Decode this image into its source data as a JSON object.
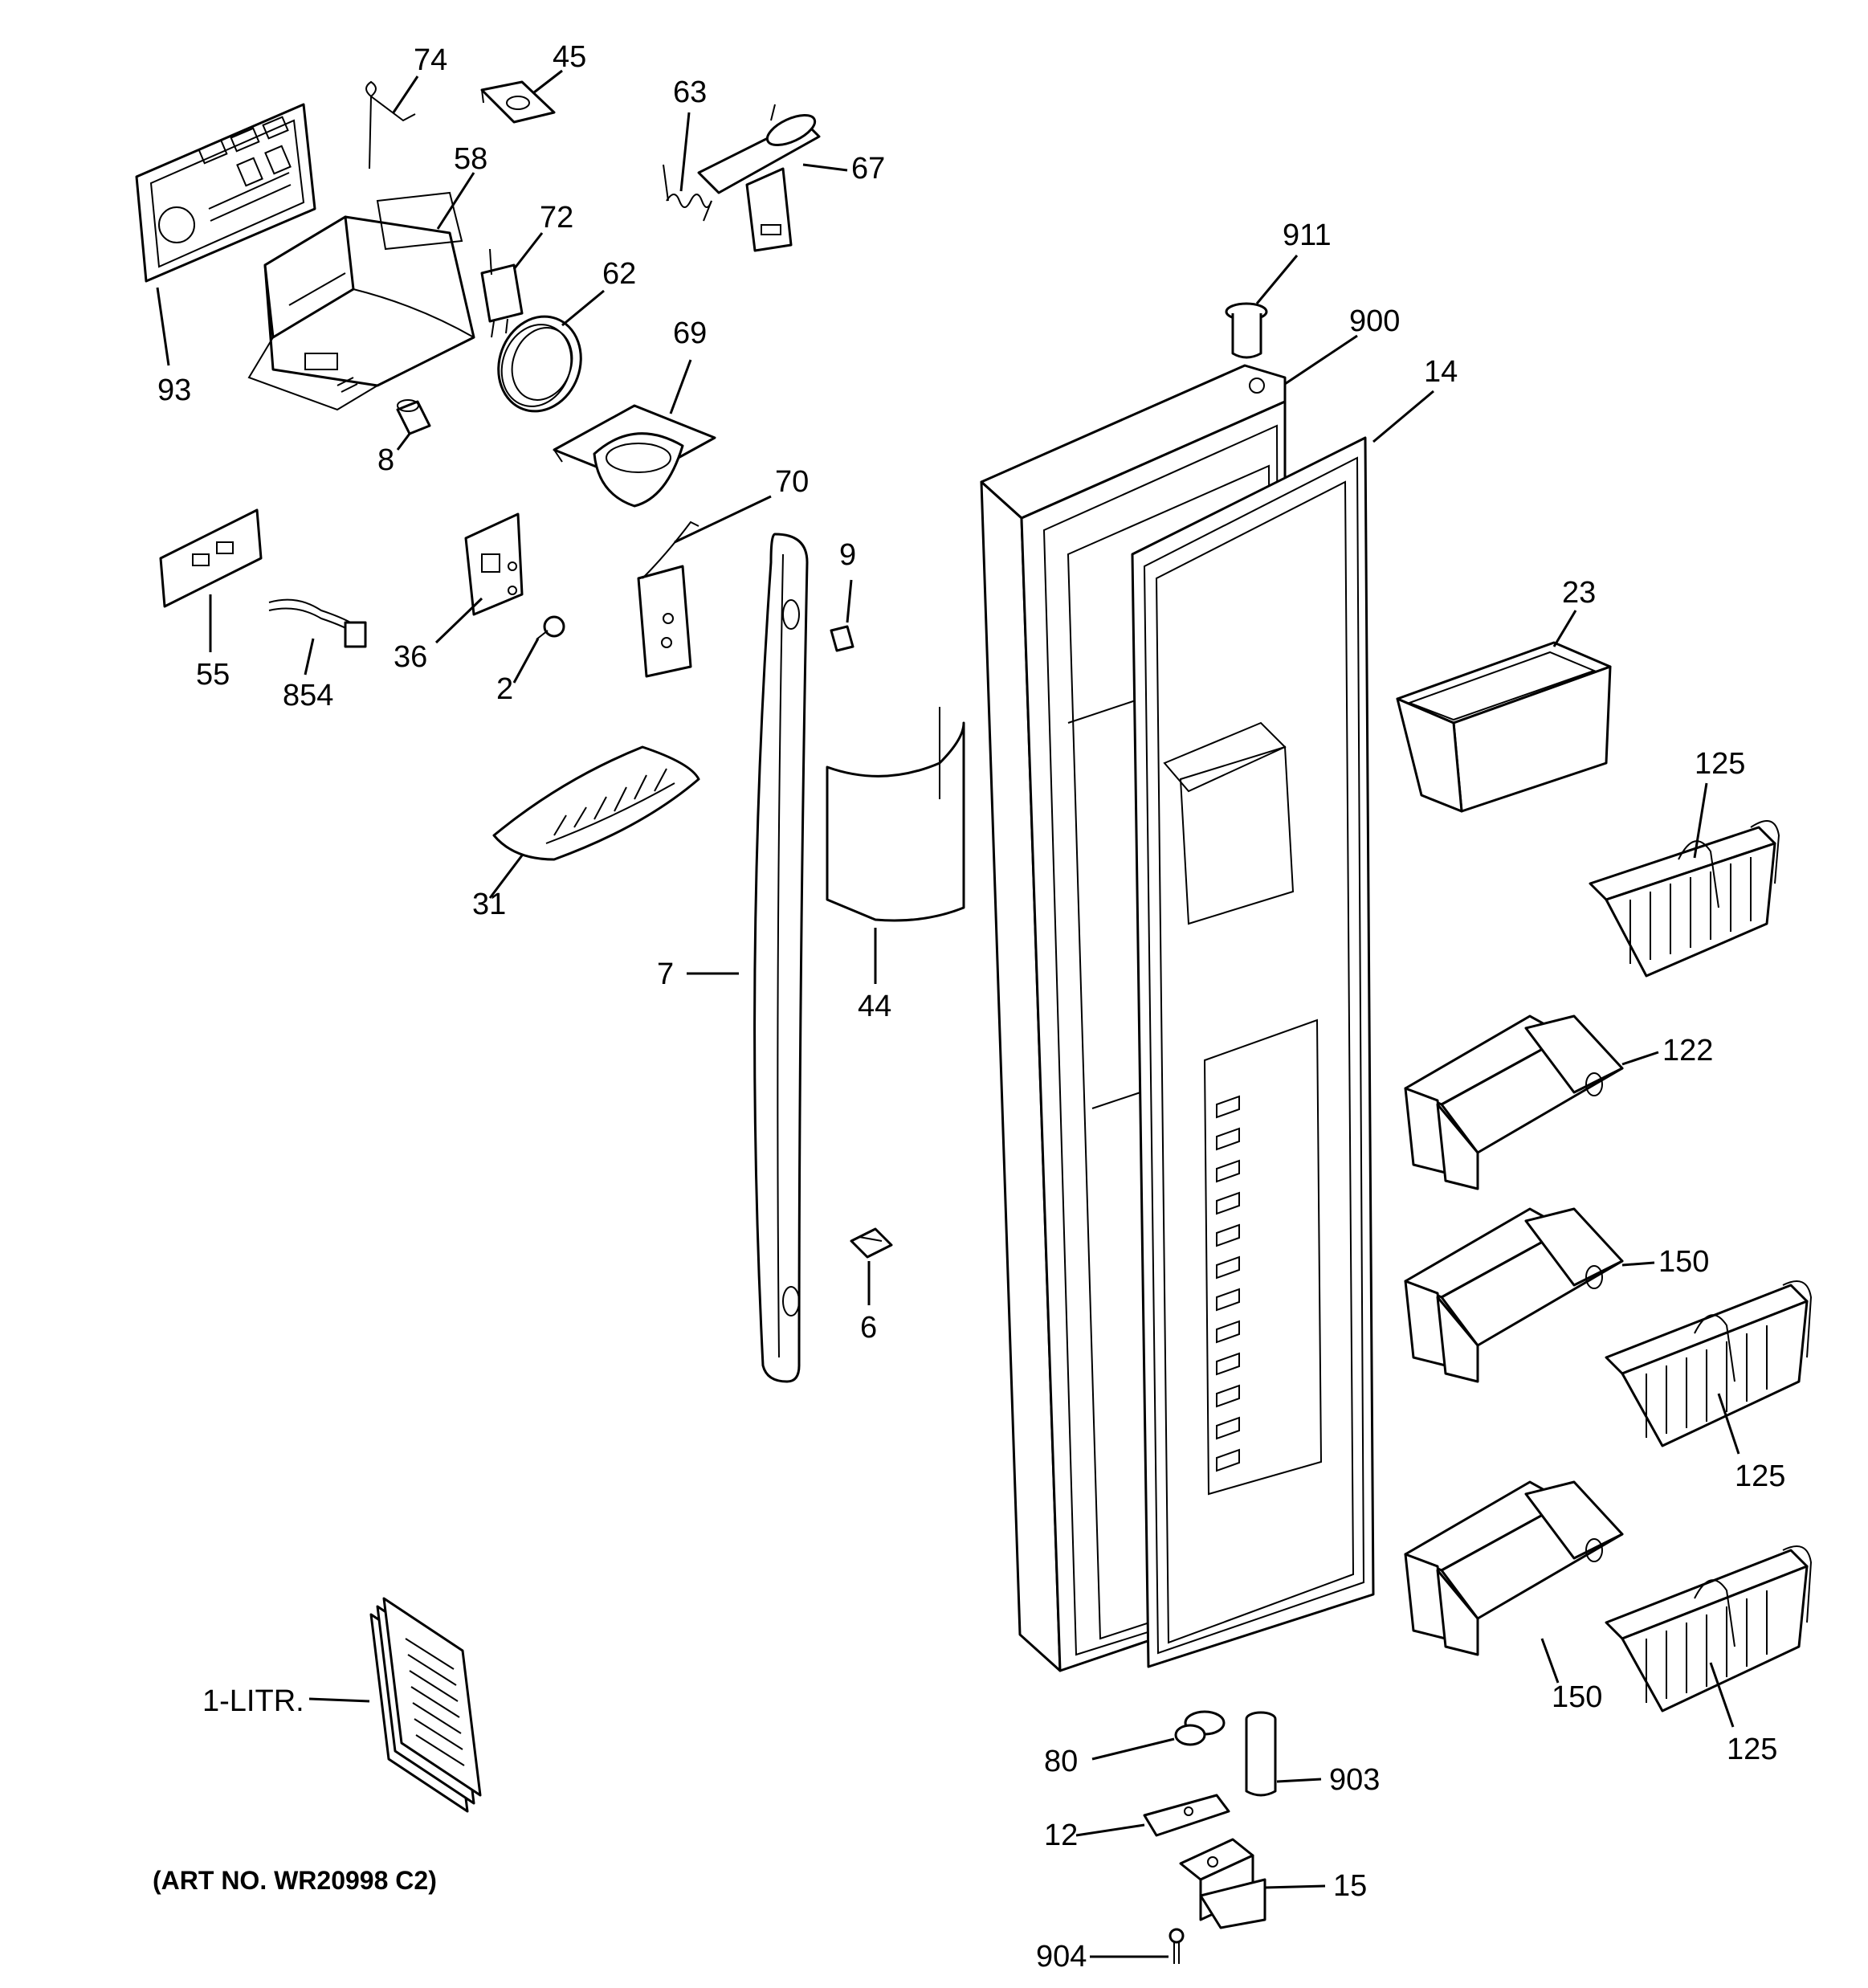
{
  "diagram": {
    "art_number": "(ART NO. WR20998 C2)",
    "callouts": {
      "c74": "74",
      "c45": "45",
      "c63": "63",
      "c67": "67",
      "c58": "58",
      "c72": "72",
      "c62": "62",
      "c93": "93",
      "c69": "69",
      "c8": "8",
      "c911": "911",
      "c900": "900",
      "c14": "14",
      "c70": "70",
      "c9": "9",
      "c55": "55",
      "c854": "854",
      "c36": "36",
      "c2": "2",
      "c23": "23",
      "c125a": "125",
      "c31": "31",
      "c7": "7",
      "c44": "44",
      "c122": "122",
      "c150a": "150",
      "c6": "6",
      "c125b": "125",
      "c150b": "150",
      "c125c": "125",
      "c1litr": "1-LITR.",
      "c80": "80",
      "c903": "903",
      "c12": "12",
      "c15": "15",
      "c904": "904"
    }
  }
}
